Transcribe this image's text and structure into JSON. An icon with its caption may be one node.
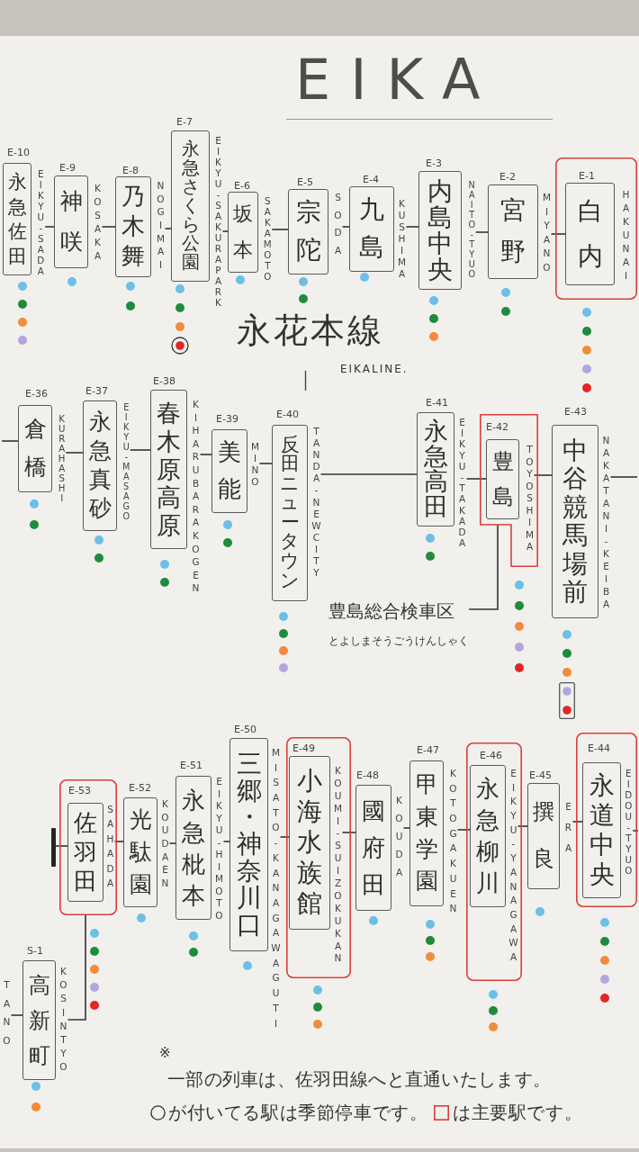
{
  "diagram": {
    "title": "EIKA",
    "nodes": [
      {
        "text": [
          "E-10",
          "永急佐田"
        ],
        "beside": [
          "EIKYU-SADA"
        ]
      },
      {
        "text": [
          "E-9",
          "神咲"
        ],
        "beside": [
          "KOSAKA"
        ]
      },
      {
        "text": [
          "E-8",
          "乃木舞"
        ],
        "beside": [
          "NOGIMAI"
        ]
      },
      {
        "text": [
          "E-7",
          "永急さくら公園"
        ],
        "beside": [
          "EIKYU-SAKURAPARK"
        ]
      },
      {
        "text": [
          "E-6",
          "坂本"
        ],
        "beside": [
          "SAKAMOTO"
        ]
      },
      {
        "text": [
          "E-5",
          "宗陀"
        ],
        "beside": [
          "SODA"
        ]
      },
      {
        "text": [
          "E-4",
          "九島"
        ],
        "beside": [
          "KUSHIMA"
        ]
      },
      {
        "text": [
          "E-3",
          "内島中央"
        ],
        "beside": [
          "NAITO-TYUO"
        ]
      },
      {
        "text": [
          "E-2",
          "宮野"
        ],
        "beside": [
          "MIYANO"
        ]
      },
      {
        "text": [],
        "shape": "box"
      },
      {
        "text": [
          "E-1",
          "白内"
        ],
        "beside": [
          "HAKUNAI"
        ],
        "in": 9
      },
      {
        "text": [
          "E-36",
          "倉橋"
        ],
        "beside": [
          "KURAHASHI"
        ]
      },
      {
        "text": [
          "E-37",
          "永急真砂"
        ],
        "beside": [
          "EIKYU-MASAGO"
        ]
      },
      {
        "text": [
          "E-38",
          "春木原高原"
        ],
        "beside": [
          "KIHARUBARAKOGEN"
        ]
      },
      {
        "text": [
          "E-39",
          "美能"
        ],
        "beside": [
          "MINO"
        ]
      },
      {
        "text": [
          "E-40",
          "反田ニュータウン"
        ],
        "beside": [
          "TANDA-NEWCITY"
        ]
      },
      {
        "text": [
          "E-41",
          "永急高田"
        ],
        "beside": [
          "EIKYU-TAKADA"
        ]
      },
      {
        "text": [],
        "shape": "box"
      },
      {
        "text": [
          "E-42",
          "豊島"
        ],
        "beside": [
          "TOYOSHIMA"
        ],
        "in": 17
      },
      {
        "text": [
          "E-43",
          "中谷競馬場前"
        ],
        "beside": [
          "NAKATANI-KEIBA"
        ]
      },
      {
        "text": [
          "豊島総合検車区",
          "とよしまそうごうけんしゃく"
        ]
      },
      {
        "text": [],
        "shape": "bar"
      },
      {
        "text": [],
        "shape": "box"
      },
      {
        "text": [
          "E-53",
          "佐羽田"
        ],
        "beside": [
          "SAHADA"
        ],
        "in": 22
      },
      {
        "text": [
          "E-52",
          "光駄園"
        ],
        "beside": [
          "KOUDAEN"
        ]
      },
      {
        "text": [
          "E-51",
          "永急枇本"
        ],
        "beside": [
          "EIKYU-HIMOTO"
        ]
      },
      {
        "text": [
          "E-50",
          "三郷・神奈川口"
        ],
        "beside": [
          "MISATO-KANAGAWAGUTI"
        ]
      },
      {
        "text": [],
        "shape": "box"
      },
      {
        "text": [
          "E-49",
          "小海水族館"
        ],
        "beside": [
          "KOUMI-SUIZOKUKAN"
        ],
        "in": 27
      },
      {
        "text": [
          "E-48",
          "國府田"
        ],
        "beside": [
          "KOUDA"
        ]
      },
      {
        "text": [
          "E-47",
          "甲東学園"
        ],
        "beside": [
          "KOTOGAKUEN"
        ]
      },
      {
        "text": [],
        "shape": "box"
      },
      {
        "text": [
          "E-46",
          "永急柳川"
        ],
        "beside": [
          "EIKYU-YANAGAWA"
        ],
        "in": 31
      },
      {
        "text": [
          "E-45",
          "撰良"
        ],
        "beside": [
          "ERA"
        ]
      },
      {
        "text": [],
        "shape": "box"
      },
      {
        "text": [
          "E-44",
          "永道中央"
        ],
        "beside": [
          "EIDOU-TYUO"
        ],
        "in": 34
      },
      {
        "text": [
          "S-1",
          "高新町"
        ],
        "beside": [
          "KOSINTYO"
        ]
      },
      {
        "text": [
          "TANO"
        ]
      }
    ],
    "edges": [
      {
        "from": 0,
        "to": 1,
        "arrow": "none"
      },
      {
        "from": 1,
        "to": 2,
        "arrow": "none"
      },
      {
        "from": 2,
        "to": 3,
        "arrow": "none"
      },
      {
        "from": 3,
        "to": 4,
        "arrow": "none"
      },
      {
        "from": 4,
        "to": 5,
        "arrow": "none"
      },
      {
        "from": 5,
        "to": 6,
        "arrow": "none"
      },
      {
        "from": 6,
        "to": 7,
        "arrow": "none"
      },
      {
        "from": 7,
        "to": 8,
        "arrow": "none"
      },
      {
        "from": 8,
        "to": 10,
        "arrow": "none"
      },
      {
        "from": null,
        "to": 11,
        "arrow": "none"
      },
      {
        "from": 11,
        "to": 12,
        "arrow": "none"
      },
      {
        "from": 12,
        "to": 13,
        "arrow": "none"
      },
      {
        "from": 13,
        "to": 14,
        "arrow": "none"
      },
      {
        "from": 14,
        "to": 15,
        "arrow": "none"
      },
      {
        "from": 15,
        "to": 16,
        "arrow": "none"
      },
      {
        "from": 16,
        "to": 18,
        "arrow": "none"
      },
      {
        "from": 18,
        "to": 19,
        "arrow": "none"
      },
      {
        "from": 19,
        "to": null,
        "arrow": "none"
      },
      {
        "from": 17,
        "to": 20,
        "arrow": "none"
      },
      {
        "from": 21,
        "to": 23,
        "arrow": "none"
      },
      {
        "from": 23,
        "to": 24,
        "arrow": "none"
      },
      {
        "from": 24,
        "to": 25,
        "arrow": "none"
      },
      {
        "from": 25,
        "to": 26,
        "arrow": "none"
      },
      {
        "from": 26,
        "to": 28,
        "arrow": "none"
      },
      {
        "from": 28,
        "to": 29,
        "arrow": "none"
      },
      {
        "from": 29,
        "to": 30,
        "arrow": "none"
      },
      {
        "from": 30,
        "to": 32,
        "arrow": "none"
      },
      {
        "from": 32,
        "to": 33,
        "arrow": "none"
      },
      {
        "from": 33,
        "to": 35,
        "arrow": "none"
      },
      {
        "from": 35,
        "to": null,
        "arrow": "none"
      },
      {
        "from": 22,
        "to": 36,
        "arrow": "none"
      },
      {
        "from": 37,
        "to": 36,
        "arrow": "none"
      }
    ],
    "labels": [
      "永花本線",
      "EIKALINE.",
      "※",
      "一部の列車は、佐羽田線へと直通いたします。"
    ],
    "legend": [
      {
        "text": "が付いてる駅は季節停車です。"
      },
      {
        "text": "は主要駅です。"
      }
    ]
  }
}
